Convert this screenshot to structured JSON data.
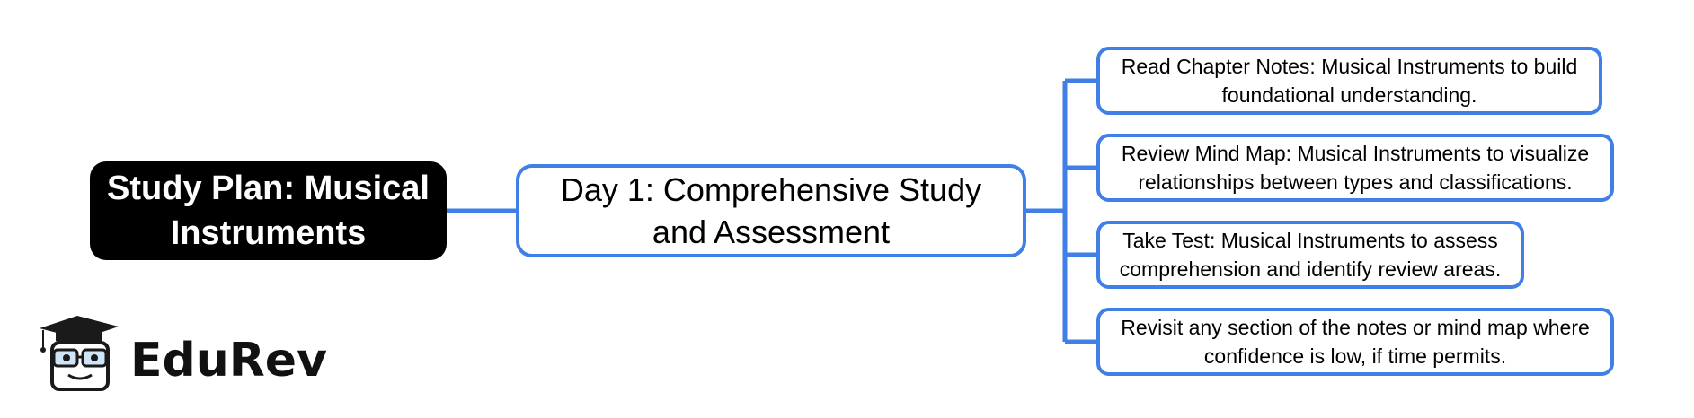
{
  "colors": {
    "accent": "#3f7fe6",
    "root_bg": "#000000",
    "root_text": "#ffffff"
  },
  "root": {
    "label": "Study Plan: Musical Instruments"
  },
  "day": {
    "label": "Day 1: Comprehensive Study and Assessment"
  },
  "tasks": [
    {
      "label": "Read Chapter Notes: Musical Instruments to build foundational understanding."
    },
    {
      "label": "Review Mind Map: Musical Instruments to visualize relationships between types and classifications."
    },
    {
      "label": "Take Test: Musical Instruments to assess comprehension and identify review areas."
    },
    {
      "label": "Revisit any section of the notes or mind map where confidence is low, if time permits."
    }
  ],
  "brand": {
    "name": "EduRev",
    "icon": "graduation-cap-mascot-icon"
  }
}
